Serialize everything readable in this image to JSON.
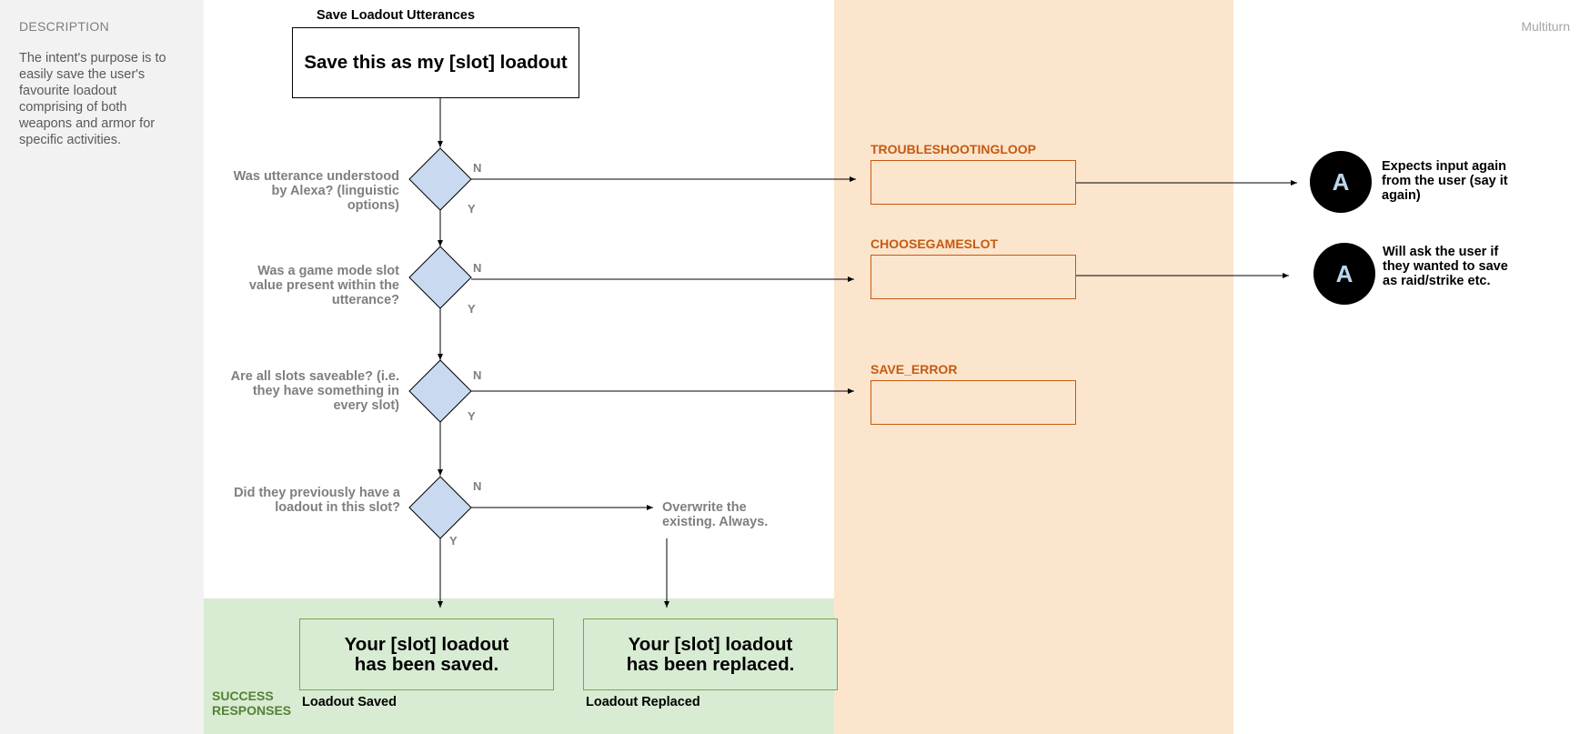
{
  "sidebar": {
    "title": "DESCRIPTION",
    "description": "The intent's purpose is to easily save the user's favourite loadout comprising of both weapons and armor for specific activities."
  },
  "header": {
    "mode_label": "Multiturn"
  },
  "utterances": {
    "label": "Save Loadout Utterances",
    "text": "Save this as my [slot] loadout"
  },
  "decisions": [
    {
      "question": "Was utterance understood by Alexa? (linguistic options)",
      "no": "N",
      "yes": "Y"
    },
    {
      "question": "Was a game mode slot value present within the utterance?",
      "no": "N",
      "yes": "Y"
    },
    {
      "question": "Are all slots saveable? (i.e. they have something in every slot)",
      "no": "N",
      "yes": "Y"
    },
    {
      "question": "Did they previously have a loadout in this slot?",
      "no": "N",
      "yes": "Y"
    }
  ],
  "outcomes": [
    {
      "label": "TROUBLESHOOTINGLOOP",
      "connector": "A",
      "note": "Expects input again from the user (say it again)"
    },
    {
      "label": "CHOOSEGAMESLOT",
      "connector": "A",
      "note": "Will ask the user if they wanted to save as raid/strike etc."
    },
    {
      "label": "SAVE_ERROR"
    }
  ],
  "overwrite_note": "Overwrite the existing. Always.",
  "success": {
    "lane_label": "SUCCESS RESPONSES",
    "responses": [
      {
        "text": "Your [slot] loadout has been saved.",
        "label": "Loadout Saved"
      },
      {
        "text": "Your [slot] loadout has been replaced.",
        "label": "Loadout Replaced"
      }
    ]
  },
  "colors": {
    "decision_fill": "#c9daf0",
    "orange_lane": "#fbe5cd",
    "orange_accent": "#c55a11",
    "green_lane": "#d8ebd3",
    "green_accent": "#548235"
  }
}
